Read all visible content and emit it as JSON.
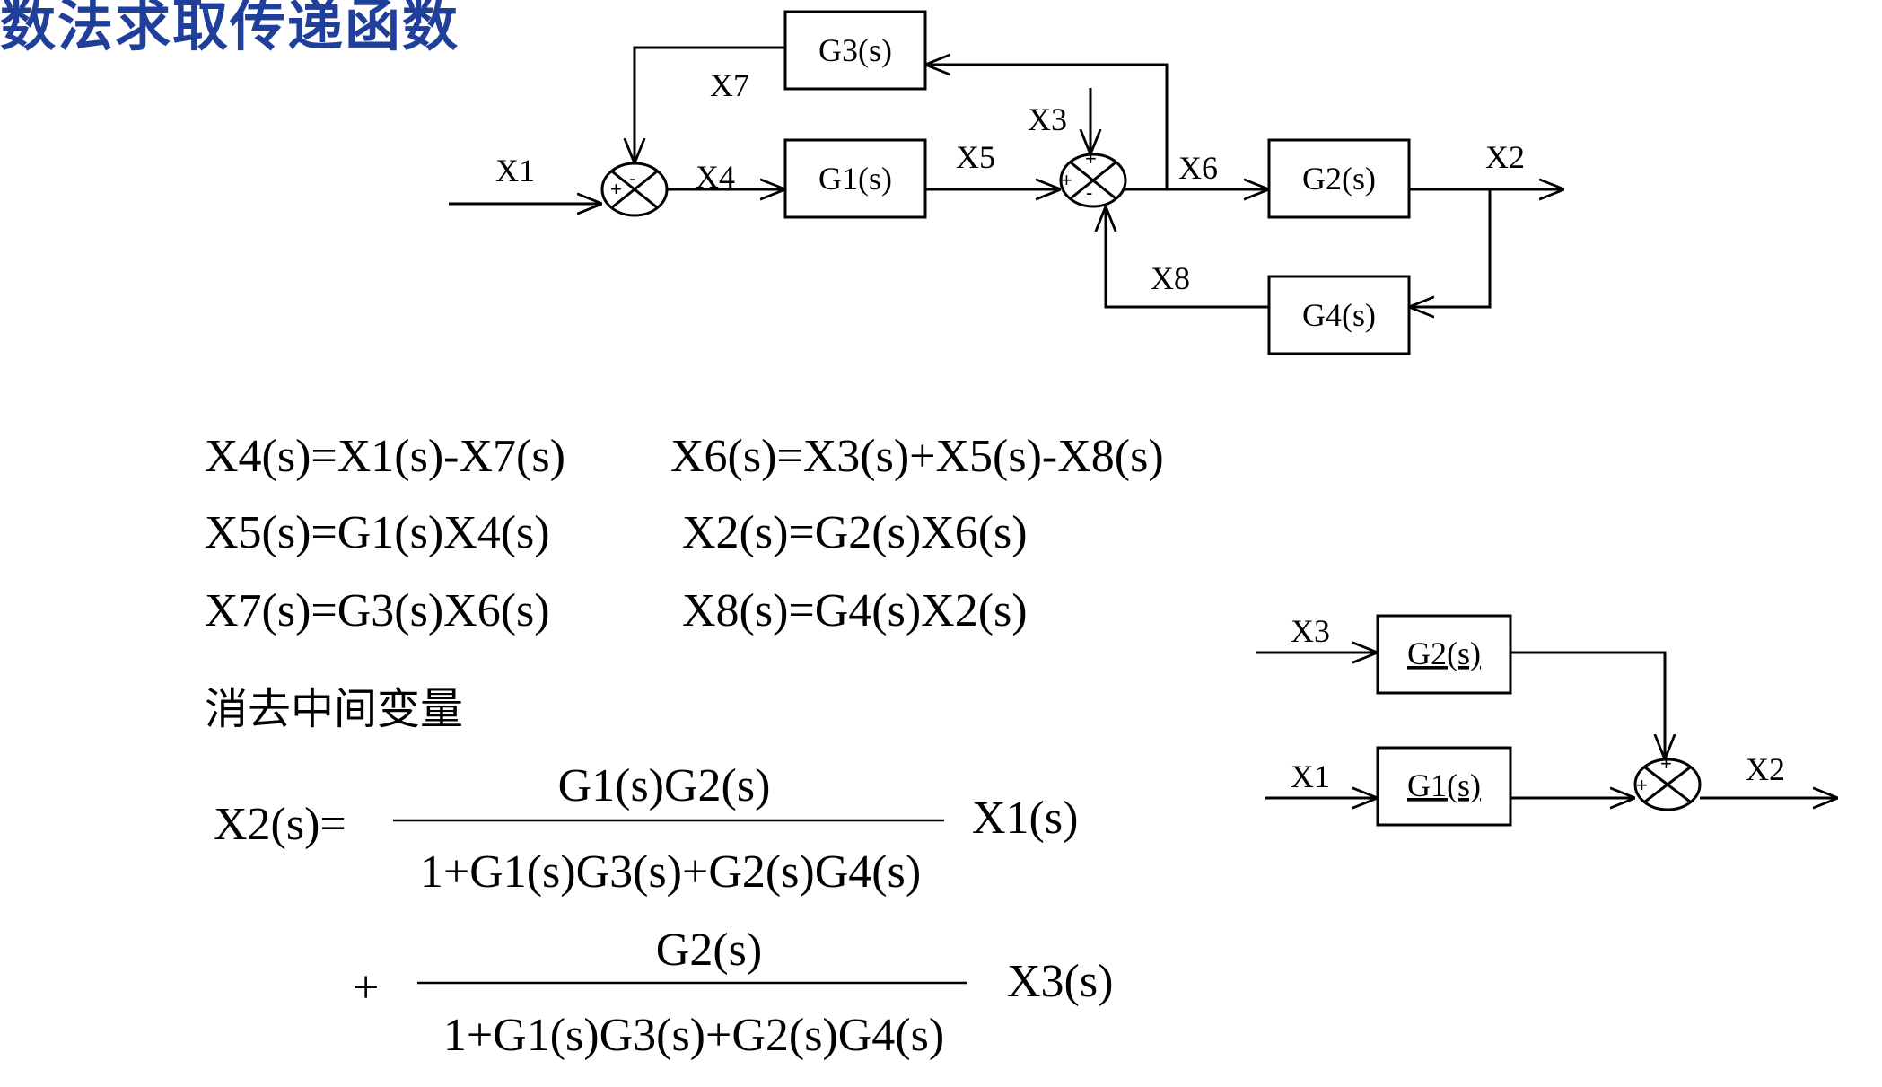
{
  "title": "数法求取传递函数",
  "diagram1": {
    "blocks": {
      "g1": "G1(s)",
      "g2": "G2(s)",
      "g3": "G3(s)",
      "g4": "G4(s)"
    },
    "signals": {
      "x1": "X1",
      "x2": "X2",
      "x3": "X3",
      "x4": "X4",
      "x5": "X5",
      "x6": "X6",
      "x7": "X7",
      "x8": "X8"
    },
    "signs": {
      "plus": "+",
      "minus": "-"
    }
  },
  "equations": {
    "left": [
      "X4(s)=X1(s)-X7(s)",
      "X5(s)=G1(s)X4(s)",
      "X7(s)=G3(s)X6(s)"
    ],
    "right": [
      "X6(s)=X3(s)+X5(s)-X8(s)",
      "X2(s)=G2(s)X6(s)",
      "X8(s)=G4(s)X2(s)"
    ],
    "eliminate_text": "消去中间变量"
  },
  "result": {
    "lhs": "X2(s)=",
    "term1": {
      "num": "G1(s)G2(s)",
      "den": "1+G1(s)G3(s)+G2(s)G4(s)",
      "factor": "X1(s)"
    },
    "plus": "+",
    "term2": {
      "num": "G2(s)",
      "den": "1+G1(s)G3(s)+G2(s)G4(s)",
      "factor": "X3(s)"
    }
  },
  "diagram2": {
    "blocks": {
      "g2": "G2(s)",
      "g1": "G1(s)"
    },
    "signals": {
      "x3": "X3",
      "x1": "X1",
      "x2": "X2"
    },
    "signs": {
      "plus": "+"
    }
  }
}
